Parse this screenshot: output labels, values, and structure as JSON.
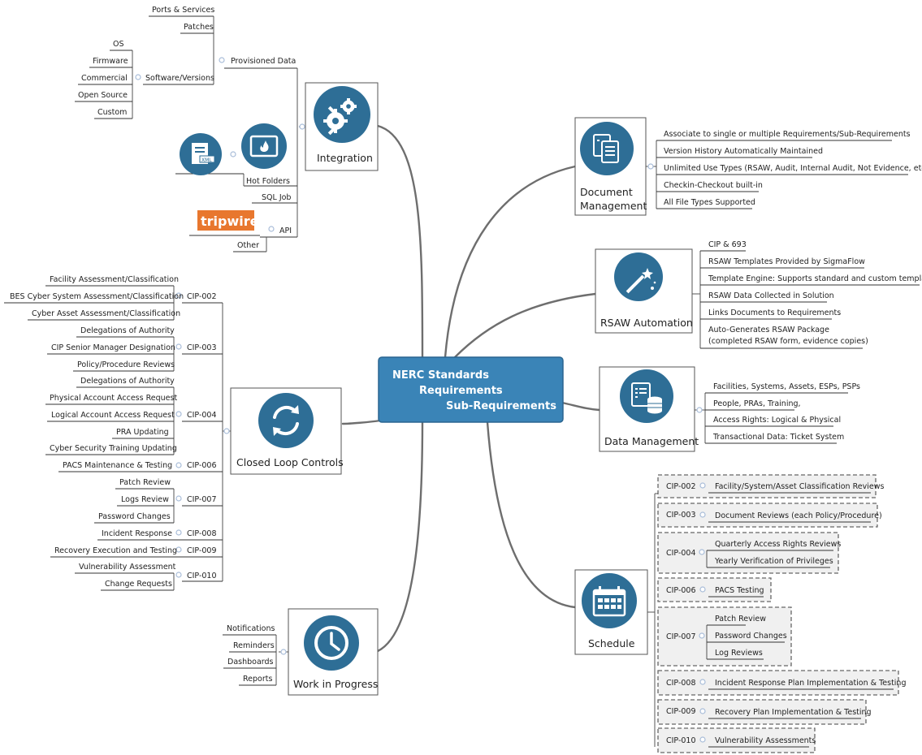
{
  "central": {
    "line1": "NERC Standards",
    "line2": "Requirements",
    "line3": "Sub-Requirements"
  },
  "integration": {
    "title": "Integration",
    "provisioned_data": "Provisioned Data",
    "ports": "Ports & Services",
    "patches": "Patches",
    "software_versions": "Software/Versions",
    "software": [
      "OS",
      "Firmware",
      "Commercial",
      "Open Source",
      "Custom"
    ],
    "hot_folders": "Hot Folders",
    "xml_badge": "XML",
    "sql_job": "SQL Job",
    "api": "API",
    "tripwire": "tripwire",
    "other": "Other"
  },
  "document_management": {
    "title_line1": "Document",
    "title_line2": "Management",
    "items": [
      "Associate to single or multiple Requirements/Sub-Requirements",
      "Version History Automatically Maintained",
      "Unlimited Use Types (RSAW, Audit, Internal Audit, Not Evidence, etc.)",
      "Checkin-Checkout built-in",
      "All File Types Supported"
    ]
  },
  "rsaw": {
    "title": "RSAW Automation",
    "items": [
      "CIP & 693",
      "RSAW Templates Provided by SigmaFlow",
      "Template Engine: Supports standard and custom templates",
      "RSAW Data Collected in Solution",
      "Links Documents to Requirements"
    ],
    "last_line1": "Auto-Generates RSAW Package",
    "last_line2": "(completed RSAW form, evidence copies)"
  },
  "data_management": {
    "title": "Data Management",
    "items": [
      "Facilities, Systems, Assets, ESPs, PSPs",
      "People, PRAs, Training,",
      "Access Rights: Logical & Physical",
      "Transactional Data: Ticket System"
    ]
  },
  "closed_loop": {
    "title": "Closed Loop Controls",
    "groups": [
      {
        "cip": "CIP-002",
        "items": [
          "Facility Assessment/Classification",
          "BES Cyber System Assessment/Classification",
          "Cyber Asset Assessment/Classification"
        ]
      },
      {
        "cip": "CIP-003",
        "items": [
          "Delegations of Authority",
          "CIP Senior Manager Designation",
          "Policy/Procedure Reviews"
        ]
      },
      {
        "cip": "CIP-004",
        "items": [
          "Delegations of Authority",
          "Physical Account Access Request",
          "Logical Account Access Request",
          "PRA Updating",
          "Cyber Security Training Updating"
        ]
      },
      {
        "cip": "CIP-006",
        "items": [
          "PACS Maintenance & Testing"
        ]
      },
      {
        "cip": "CIP-007",
        "items": [
          "Patch Review",
          "Logs Review",
          "Password Changes"
        ]
      },
      {
        "cip": "CIP-008",
        "items": [
          "Incident Response"
        ]
      },
      {
        "cip": "CIP-009",
        "items": [
          "Recovery Execution and Testing"
        ]
      },
      {
        "cip": "CIP-010",
        "items": [
          "Vulnerability Assessment",
          "Change Requests"
        ]
      }
    ]
  },
  "work_in_progress": {
    "title": "Work in Progress",
    "items": [
      "Notifications",
      "Reminders",
      "Dashboards",
      "Reports"
    ]
  },
  "schedule": {
    "title": "Schedule",
    "groups": [
      {
        "cip": "CIP-002",
        "items": [
          "Facility/System/Asset Classification Reviews"
        ]
      },
      {
        "cip": "CIP-003",
        "items": [
          "Document Reviews (each Policy/Procedure)"
        ]
      },
      {
        "cip": "CIP-004",
        "items": [
          "Quarterly Access Rights Reviews",
          "Yearly Verification of Privileges"
        ]
      },
      {
        "cip": "CIP-006",
        "items": [
          "PACS Testing"
        ]
      },
      {
        "cip": "CIP-007",
        "items": [
          "Patch Review",
          "Password Changes",
          "Log Reviews"
        ]
      },
      {
        "cip": "CIP-008",
        "items": [
          "Incident Response Plan Implementation & Testing"
        ]
      },
      {
        "cip": "CIP-009",
        "items": [
          "Recovery Plan Implementation & Testing"
        ]
      },
      {
        "cip": "CIP-010",
        "items": [
          "Vulnerability Assessments"
        ]
      }
    ]
  },
  "colors": {
    "node_blue": "#2e6e96",
    "central_blue": "#3a84b7",
    "branch": "#6e6e6e",
    "tripwire_orange": "#e8772e"
  }
}
